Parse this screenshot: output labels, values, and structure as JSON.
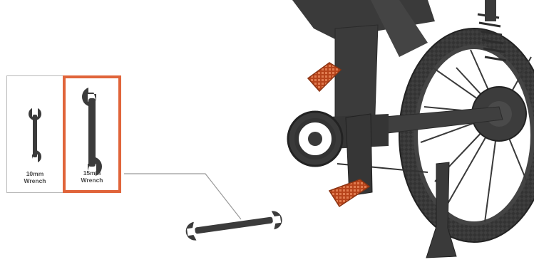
{
  "tools": [
    {
      "id": "wrench-10mm",
      "line1": "10mm",
      "line2": "Wrench",
      "selected": false
    },
    {
      "id": "wrench-15mm",
      "line1": "15mm",
      "line2": "Wrench",
      "selected": true
    }
  ],
  "colors": {
    "highlight": "#e0643a",
    "pedal": "#c24a1e",
    "tool": "#3b3b3b",
    "bike": "#3a3a3a",
    "tire": "#2f2f2f",
    "leader_line": "#9a9a9a",
    "box_border": "#b9b9b9"
  },
  "icons": [
    "wrench-small-icon",
    "wrench-large-icon",
    "wrench-large-callout-icon",
    "ebike-rear-icon"
  ]
}
